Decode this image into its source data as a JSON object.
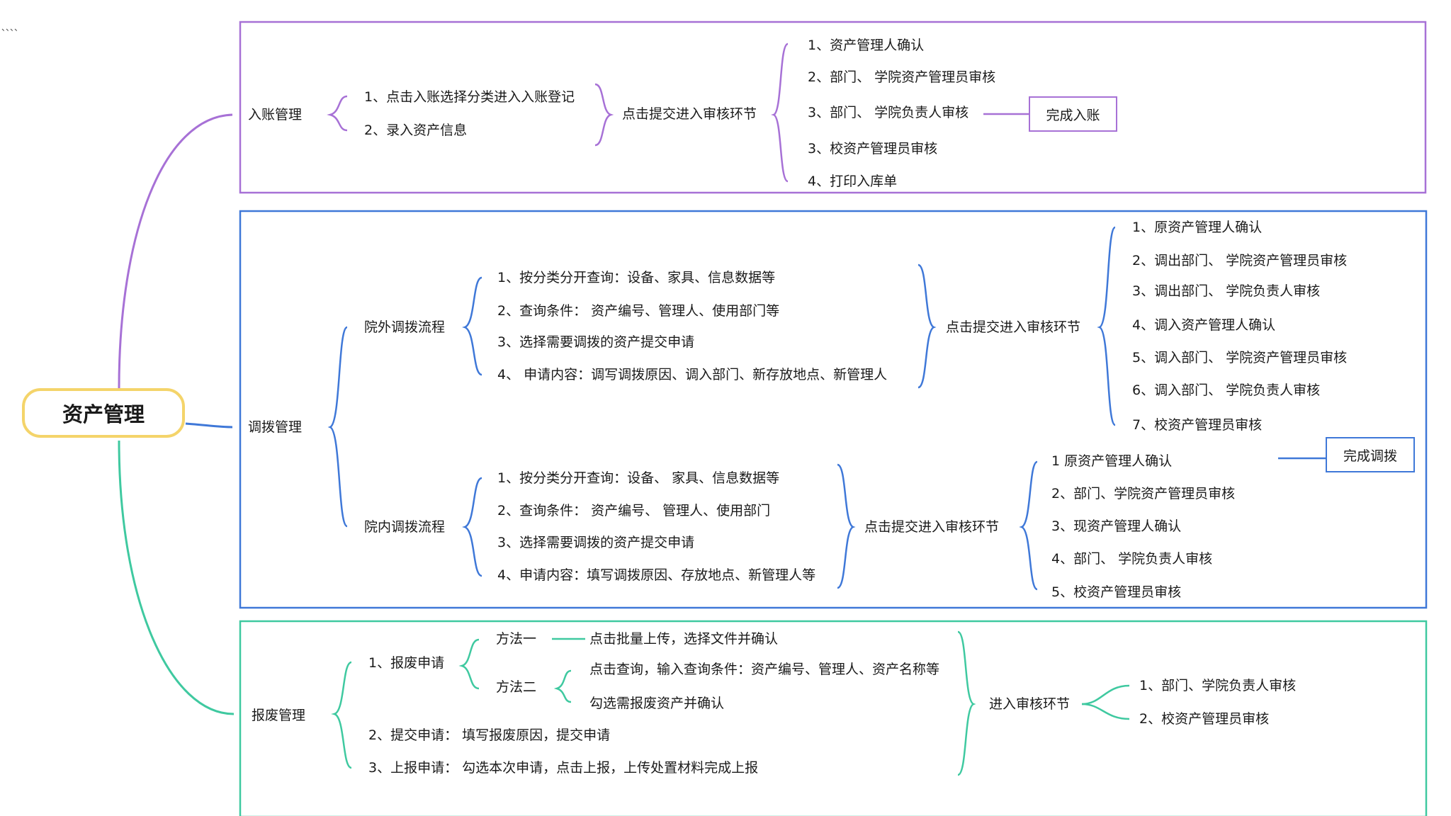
{
  "ticks": "、、、、",
  "root": "资产管理",
  "colors": {
    "purple": "#a771d6",
    "blue": "#3f78d8",
    "green": "#3fc9a0",
    "root": "#f4d46a"
  },
  "s1": {
    "name": "入账管理",
    "steps": [
      "1、点击入账选择分类进入入账登记",
      "2、录入资产信息"
    ],
    "submit": "点击提交进入审核环节",
    "reviews": [
      "1、资产管理人确认",
      "2、部门、 学院资产管理员审核",
      "3、部门、  学院负责人审核",
      "3、校资产管理员审核",
      "4、打印入库单"
    ],
    "done": "完成入账"
  },
  "s2": {
    "name": "调拨管理",
    "out": {
      "name": "院外调拨流程",
      "steps": [
        "1、按分类分开查询：设备、家具、信息数据等",
        "2、查询条件：  资产编号、管理人、使用部门等",
        "3、选择需要调拨的资产提交申请",
        "4、 申请内容：调写调拨原因、调入部门、新存放地点、新管理人"
      ],
      "submit": "点击提交进入审核环节",
      "reviews": [
        "1、原资产管理人确认",
        "2、调出部门、 学院资产管理员审核",
        "3、调出部门、 学院负责人审核",
        "4、调入资产管理人确认",
        "5、调入部门、 学院资产管理员审核",
        "6、调入部门、 学院负责人审核",
        "7、校资产管理员审核"
      ]
    },
    "in": {
      "name": "院内调拨流程",
      "steps": [
        "1、按分类分开查询：设备、 家具、信息数据等",
        "2、查询条件：   资产编号、  管理人、使用部门",
        "3、选择需要调拨的资产提交申请",
        "4、申请内容：填写调拨原因、存放地点、新管理人等"
      ],
      "submit": "点击提交进入审核环节",
      "reviews": [
        "1    原资产管理人确认",
        "2、部门、学院资产管理员审核",
        "3、现资产管理人确认",
        "4、部门、 学院负责人审核",
        "5、校资产管理员审核"
      ]
    },
    "done": "完成调拨"
  },
  "s3": {
    "name": "报废管理",
    "apply": "1、报废申请",
    "m1": "方法一",
    "m1_action": "点击批量上传，选择文件并确认",
    "m2": "方法二",
    "m2_actions": [
      "点击查询，输入查询条件：资产编号、管理人、资产名称等",
      "勾选需报废资产并确认"
    ],
    "submit_step": "2、提交申请：  填写报废原因，提交申请",
    "report_step": "3、上报申请：  勾选本次申请，点击上报，上传处置材料完成上报",
    "review": "进入审核环节",
    "reviews": [
      "1、部门、学院负责人审核",
      "2、校资产管理员审核"
    ]
  }
}
